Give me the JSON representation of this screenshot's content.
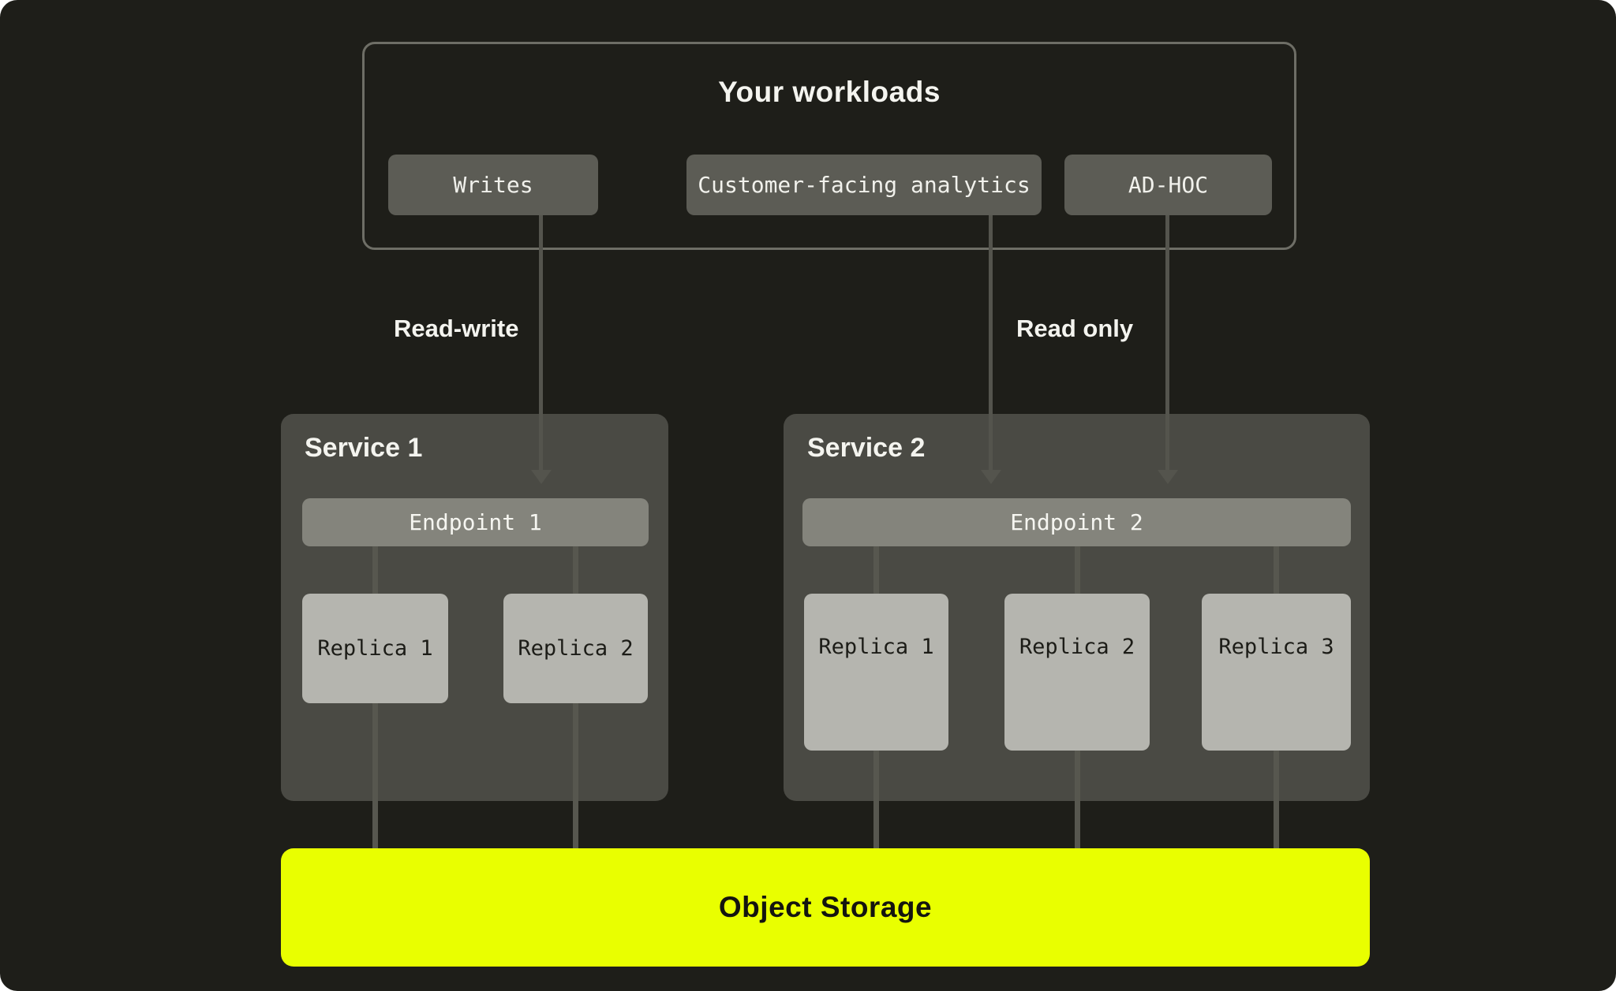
{
  "colors": {
    "background": "#1E1E19",
    "panel": "#4A4A44",
    "pill": "#5C5C55",
    "endpoint": "#84847C",
    "replica": "#B5B5AF",
    "accent_yellow": "#E9FF00",
    "edge_gray": "#54544D",
    "border_gray": "#6E6E66",
    "text_light": "#F4F4EF",
    "text_dark": "#1C1C17"
  },
  "workloads": {
    "title": "Your workloads",
    "pills": [
      "Writes",
      "Customer-facing analytics",
      "AD-HOC"
    ]
  },
  "edges": {
    "read_write": "Read-write",
    "read_only": "Read only"
  },
  "services": [
    {
      "title": "Service 1",
      "endpoint": "Endpoint 1",
      "replicas": [
        "Replica 1",
        "Replica 2"
      ]
    },
    {
      "title": "Service 2",
      "endpoint": "Endpoint 2",
      "replicas": [
        "Replica 1",
        "Replica 2",
        "Replica 3"
      ]
    }
  ],
  "storage": {
    "label": "Object Storage"
  }
}
